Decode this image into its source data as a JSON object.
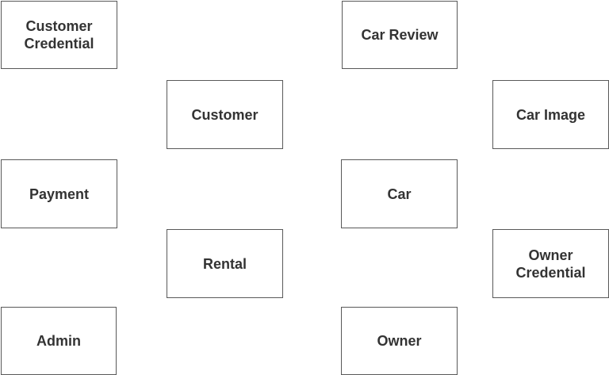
{
  "entities": {
    "customer_credential": {
      "line1": "Customer",
      "line2": "Credential"
    },
    "car_review": {
      "label": "Car Review"
    },
    "customer": {
      "label": "Customer"
    },
    "car_image": {
      "label": "Car Image"
    },
    "payment": {
      "label": "Payment"
    },
    "car": {
      "label": "Car"
    },
    "rental": {
      "label": "Rental"
    },
    "owner_credential": {
      "line1": "Owner",
      "line2": "Credential"
    },
    "admin": {
      "label": "Admin"
    },
    "owner": {
      "label": "Owner"
    }
  },
  "colors": {
    "border": "#595959",
    "text": "#333333",
    "background": "#ffffff"
  }
}
